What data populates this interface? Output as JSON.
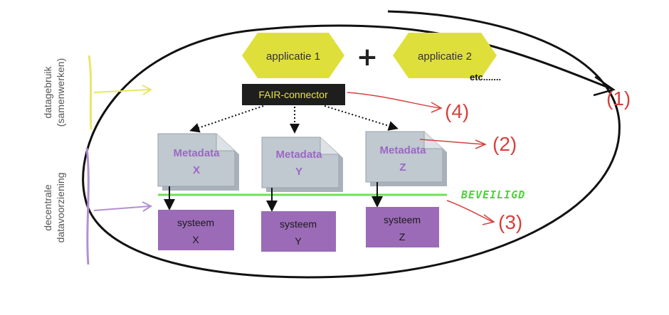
{
  "applications": [
    {
      "label": "applicatie 1"
    },
    {
      "label": "applicatie 2"
    }
  ],
  "plus": "+",
  "etc": "etc.......",
  "connector": {
    "label": "FAIR-connector"
  },
  "metadata": [
    {
      "line1": "Metadata",
      "line2": "X"
    },
    {
      "line1": "Metadata",
      "line2": "Y"
    },
    {
      "line1": "Metadata",
      "line2": "Z"
    }
  ],
  "systems": [
    {
      "line1": "systeem",
      "line2": "X"
    },
    {
      "line1": "systeem",
      "line2": "Y"
    },
    {
      "line1": "systeem",
      "line2": "Z"
    }
  ],
  "secured_label": "BEVEILIGD",
  "callouts": [
    "(1)",
    "(2)",
    "(3)",
    "(4)"
  ],
  "side_labels": {
    "top": [
      "datagebruik",
      "(samenwerken)"
    ],
    "bottom": [
      "decentrale",
      "datavoorziening"
    ]
  },
  "colors": {
    "app_fill": "#dfdf3c",
    "connector_fill": "#1e1e1e",
    "connector_text": "#e8e24a",
    "metadata_fill": "#b9c2cc",
    "metadata_text": "#9b67c4",
    "system_fill": "#9b6bb8",
    "secured_line": "#6ee05a",
    "callout_red": "#d6413f",
    "yellow_marker": "#e9e66a",
    "purple_marker": "#b48fd4"
  }
}
